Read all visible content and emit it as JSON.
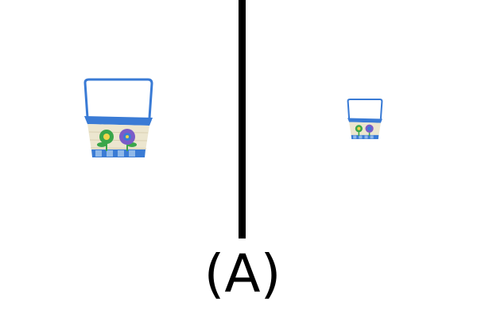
{
  "caption": "(A)",
  "panels": [
    {
      "id": "left",
      "object": "basket",
      "relative_size": "large"
    },
    {
      "id": "right",
      "object": "basket",
      "relative_size": "small"
    }
  ],
  "colors": {
    "basket_blue": "#3a7bd5",
    "basket_light_blue": "#8fb8e8",
    "basket_cream": "#ece6cf",
    "flower_green": "#3aa64a",
    "flower_purple": "#7a5cc8",
    "divider": "#000000"
  }
}
